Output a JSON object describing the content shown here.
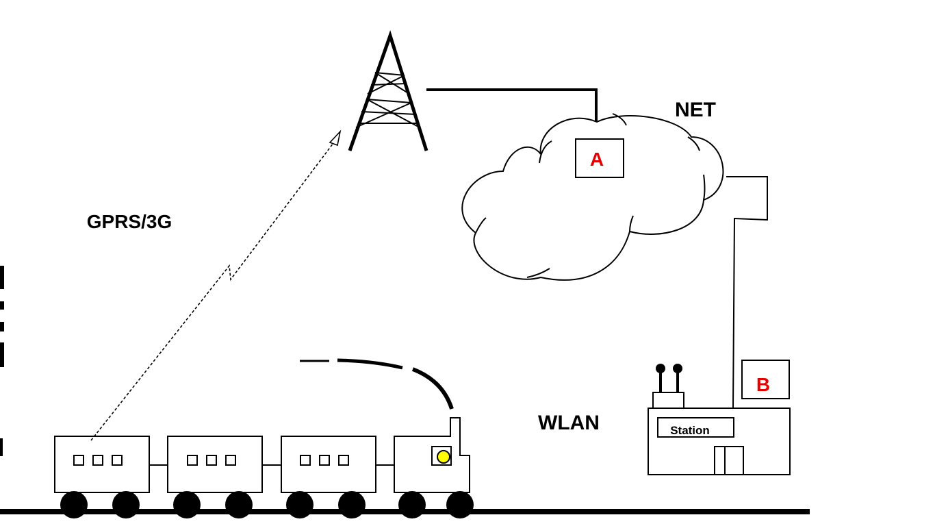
{
  "labels": {
    "net": "NET",
    "gprs": "GPRS/3G",
    "wlan": "WLAN",
    "box_a": "A",
    "box_b": "B",
    "station": "Station"
  },
  "colors": {
    "box_label": "#e60000",
    "lamp": "#ffff00",
    "stroke": "#000000"
  }
}
